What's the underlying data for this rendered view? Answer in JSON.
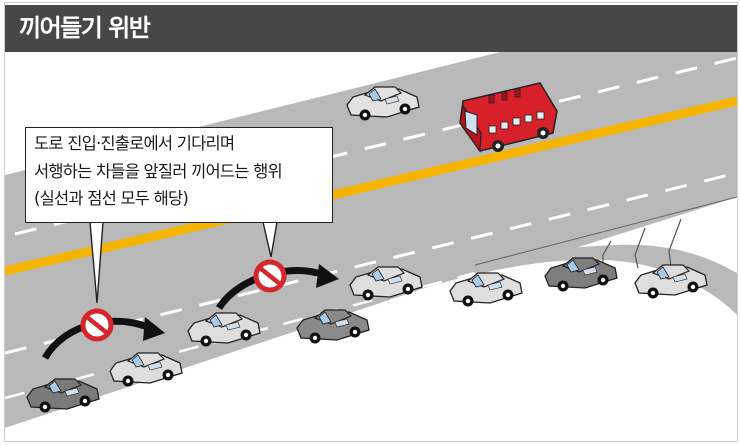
{
  "header": {
    "title": "끼어들기 위반",
    "background": "#474747",
    "text_color": "#ffffff"
  },
  "callout": {
    "lines": [
      "도로 진입·진출로에서 기다리며",
      "서행하는 차들을 앞질러 끼어드는 행위",
      "(실선과 점선 모두 해당)"
    ]
  },
  "illustration": {
    "road_color": "#b9b9b9",
    "center_line_color": "#f5b400",
    "lane_marking_color": "#ffffff",
    "bus_color": "#d8202a",
    "icons": [
      "no-entry-icon",
      "no-entry-icon"
    ],
    "arrows": [
      "cut-in-arrow",
      "cut-in-arrow"
    ]
  }
}
